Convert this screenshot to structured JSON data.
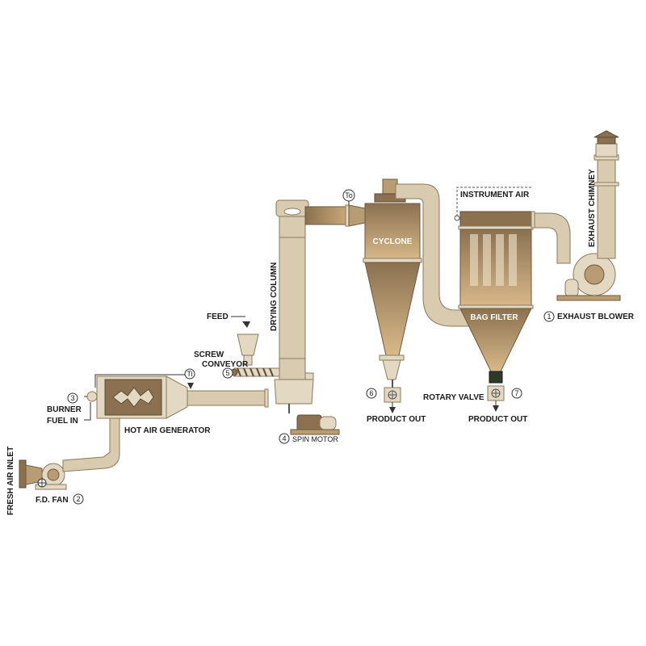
{
  "labels": {
    "fresh_air_inlet": "FRESH AIR INLET",
    "fd_fan": "F.D. FAN",
    "burner": "BURNER",
    "fuel_in": "FUEL IN",
    "hot_air_generator": "HOT AIR GENERATOR",
    "feed": "FEED",
    "screw_conveyor_line1": "SCREW",
    "screw_conveyor_line2": "CONVEYOR",
    "drying_column": "DRYING COLUMN",
    "spin_motor": "SPIN MOTOR",
    "cyclone": "CYCLONE",
    "product_out_1": "PRODUCT OUT",
    "product_out_2": "PRODUCT OUT",
    "rotary_valve": "ROTARY VALVE",
    "bag_filter": "BAG FILTER",
    "instrument_air": "INSTRUMENT AIR",
    "exhaust_chimney": "EXHAUST CHIMNEY",
    "exhaust_blower": "EXHAUST BLOWER",
    "to_sensor": "To",
    "ti_sensor": "Ti"
  },
  "numbers": {
    "exhaust_blower": "1",
    "fd_fan": "2",
    "burner": "3",
    "spin_motor": "4",
    "screw_conveyor": "5",
    "cyclone_valve": "6",
    "rotary_valve": "7"
  },
  "colors": {
    "pipe": "#d8cbb0",
    "dark": "#8b7150",
    "mid": "#b89c74",
    "outline": "#8a7a5c"
  }
}
